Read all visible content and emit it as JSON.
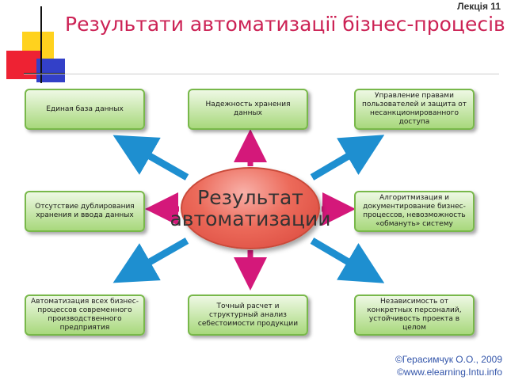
{
  "header": {
    "lecture": "Лекція 11",
    "title": "Результати автоматизації бізнес-процесів"
  },
  "center": {
    "line1": "Результат",
    "line2": "автоматизации"
  },
  "boxes": {
    "top_left": "Единая база данных",
    "top_middle": "Надежность хранения данных",
    "top_right": "Управление правами пользователей и защита от несанкционированного доступа",
    "middle_left": "Отсутствие дублирования хранения и ввода данных",
    "middle_right": "Алгоритмизация и документирование бизнес-процессов, невозможность «обмануть» систему",
    "bottom_left": "Автоматизация всех бизнес-процессов современного производственного предприятия",
    "bottom_middle": "Точный расчет и структурный анализ себестоимости продукции",
    "bottom_right": "Независимость от конкретных персоналий, устойчивость проекта в целом"
  },
  "footer": {
    "author": "©Герасимчук О.О., 2009",
    "site": "©www.elearning.Intu.info"
  },
  "colors": {
    "title": "#cc2255",
    "arrow_blue": "#1e8fd0",
    "arrow_magenta": "#d4187a",
    "box_border": "#78b84a"
  }
}
